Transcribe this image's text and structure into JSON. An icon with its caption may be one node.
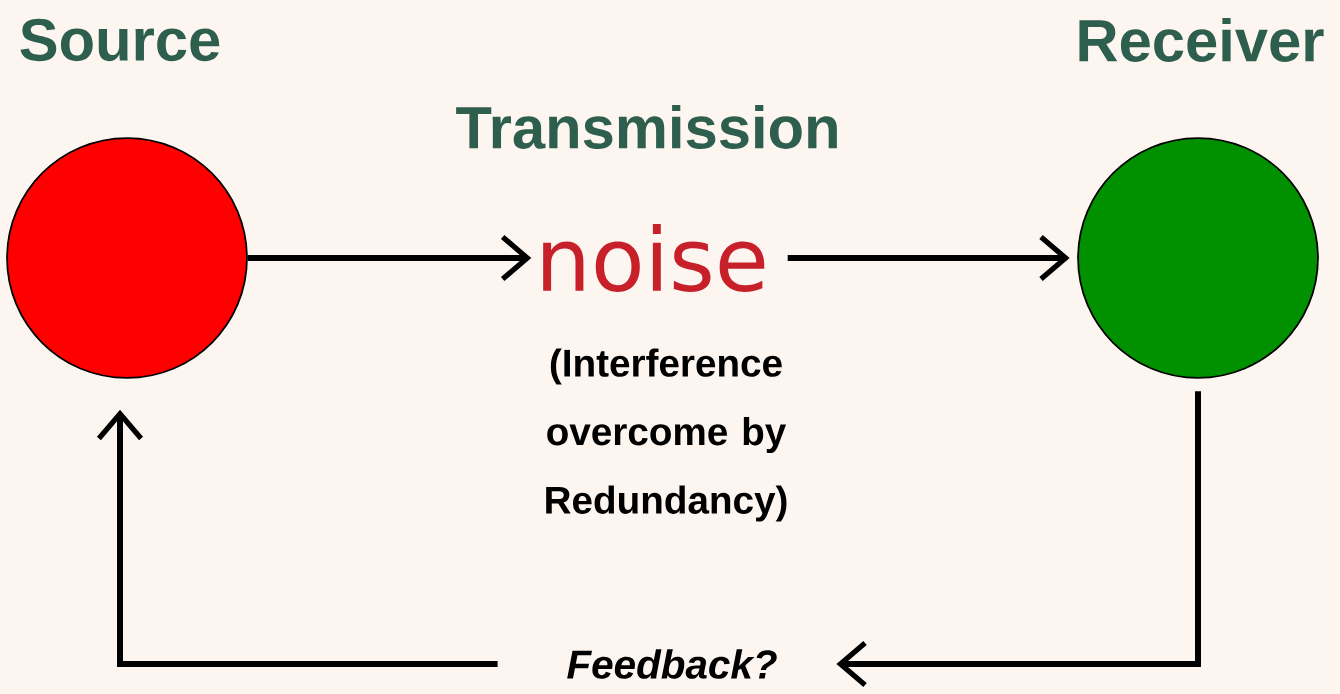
{
  "diagram": {
    "nodes": [
      {
        "text": [
          "Source"
        ]
      },
      {
        "text": [
          "Transmission",
          "noise"
        ],
        "beside": [
          "(Interference overcome by Redundancy)"
        ]
      },
      {
        "text": [
          "Receiver"
        ]
      },
      {
        "text": [
          "Feedback?"
        ]
      }
    ],
    "edges": [
      {
        "from": 0,
        "to": 1,
        "arrow": "to"
      },
      {
        "from": 1,
        "to": 2,
        "arrow": "to"
      },
      {
        "from": 2,
        "to": 3,
        "arrow": "to"
      },
      {
        "from": 3,
        "to": 0,
        "arrow": "to"
      }
    ]
  }
}
